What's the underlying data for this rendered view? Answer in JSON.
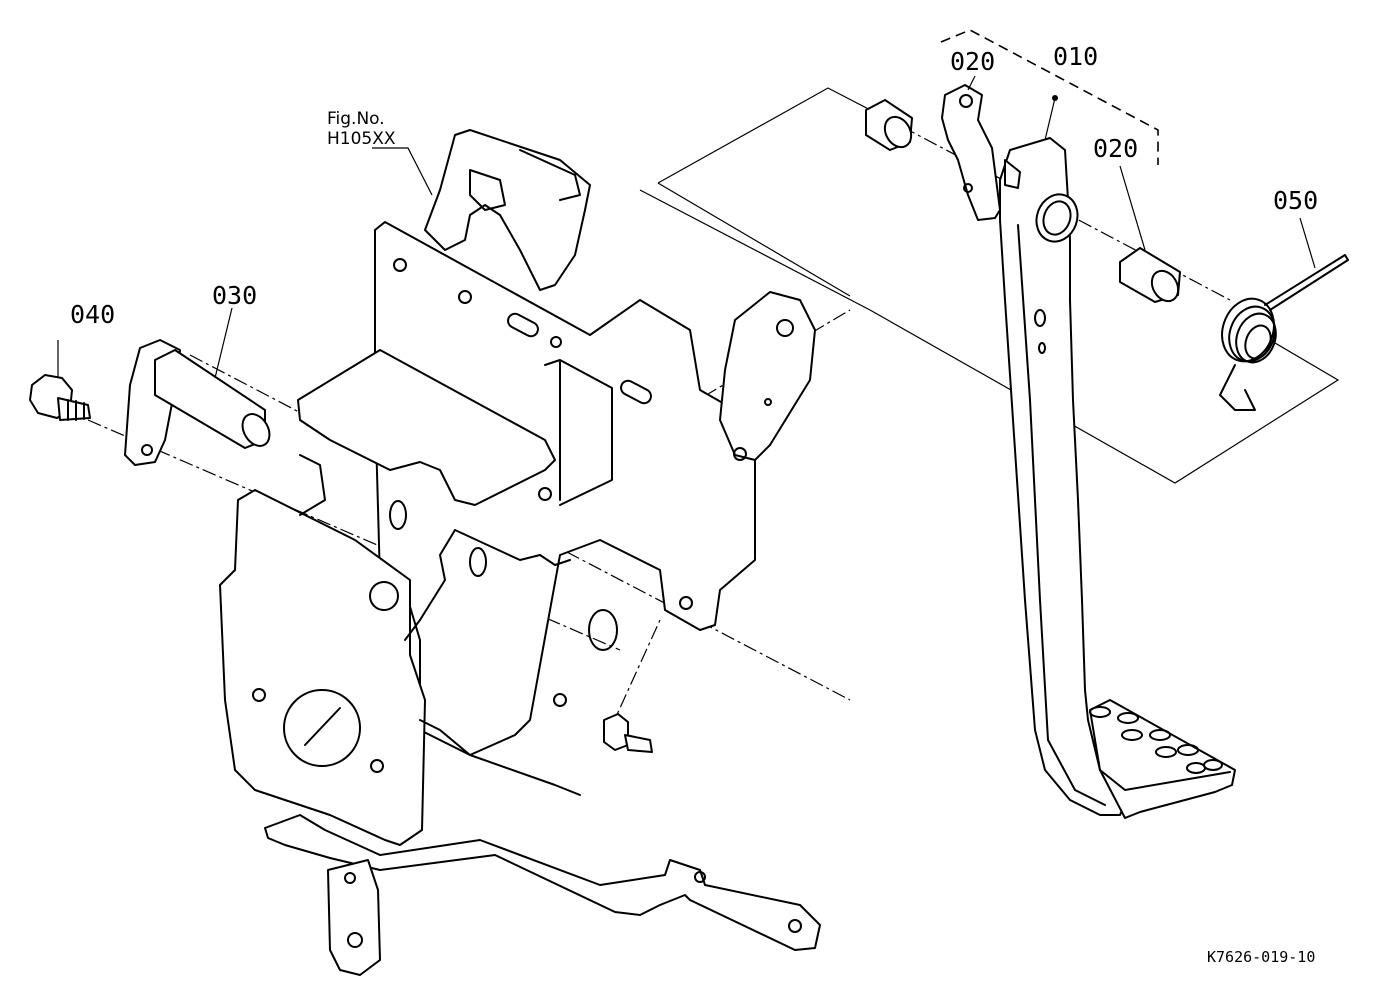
{
  "figure_reference": {
    "line1": "Fig.No.",
    "line2": "H105XX"
  },
  "callouts": [
    {
      "id": "010",
      "label": "010"
    },
    {
      "id": "020a",
      "label": "020"
    },
    {
      "id": "020b",
      "label": "020"
    },
    {
      "id": "030",
      "label": "030"
    },
    {
      "id": "040",
      "label": "040"
    },
    {
      "id": "050",
      "label": "050"
    }
  ],
  "drawing_code": "K7626-019-10"
}
